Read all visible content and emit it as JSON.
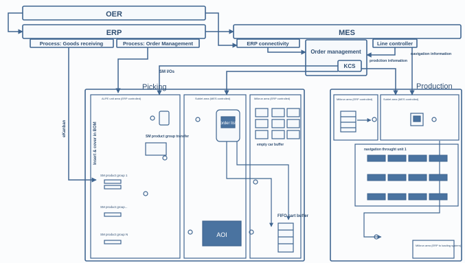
{
  "systems": {
    "oer": "OER",
    "erp": "ERP",
    "mes": "MES",
    "process_goods_receiving": "Process: Goods receiving",
    "process_order_management": "Process: Order Management",
    "erp_connectivity": "ERP connectivity",
    "line_controller": "Line controller",
    "order_management": "Order management",
    "kcs": "KCS"
  },
  "flow_labels": {
    "sm_ios": "SM I/Os",
    "production_information": "prodction infomation",
    "navigation_information": "navigation information",
    "ekanban": "eKanban",
    "insert_cover_bom": "Insert & cover in BOM"
  },
  "picking": {
    "title": "Picking",
    "alpe_area": "ALPE unit area (ERP controlled)",
    "sublet_area": "Sublet area (MES controlled)",
    "milkrun_area": "Milkrun area (ERP controlled)",
    "sm_group_transfer": "SM product group transfer",
    "sm_group_1": "SM product group 1",
    "sm_group_dots": "SM product group...",
    "sm_group_n": "SM product group N",
    "order_device": "order list",
    "empty_cart_buffer": "empty car buffer",
    "fifo_cart_buffer": "FIFO cart buffer",
    "aoi": "AOI"
  },
  "production": {
    "title": "Production",
    "milkrun_area": "Milkrun area (ERP controlled)",
    "sublet_area": "Sublet area (MES controlled)",
    "navigation_label": "navigation throught unit 1",
    "milkrun_area_bottom": "Milkrun area (ERP to loading system)"
  },
  "colors": {
    "line": "#3f6590",
    "text": "#2f4e72",
    "box_fill": "#f6f9fc",
    "accent_fill": "#4a73a0"
  }
}
